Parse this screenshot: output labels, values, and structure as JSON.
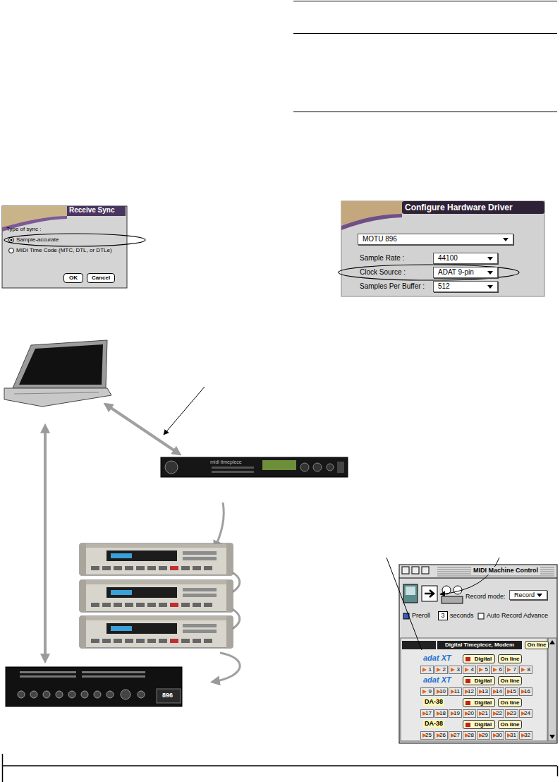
{
  "diagram": {
    "nodes": [
      {
        "text": [
          "Receive Sync",
          "Type of sync :",
          "Sample-accurate",
          "MIDI Time Code (MTC, DTL, or DTLe)"
        ]
      },
      {
        "text": [
          "OK"
        ],
        "in": 0
      },
      {
        "text": [
          "Cancel"
        ],
        "in": 0
      },
      {
        "text": [
          "Configure Hardware Driver",
          "Sample Rate :",
          "Clock Source :",
          "Samples Per Buffer :"
        ]
      },
      {
        "text": [
          "MOTU 896"
        ],
        "in": 3
      },
      {
        "text": [
          "44100"
        ],
        "in": 3
      },
      {
        "text": [
          "ADAT 9-pin"
        ],
        "in": 3
      },
      {
        "text": [
          "512"
        ],
        "in": 3
      },
      {
        "text": [
          "midi timepiece"
        ]
      },
      {
        "text": [
          "MIDI Machine Control",
          "Record mode:",
          "Preroll",
          "seconds",
          "Auto Record Advance"
        ]
      },
      {
        "text": [
          "Record"
        ],
        "in": 9
      },
      {
        "text": [
          "3"
        ],
        "in": 9
      },
      {
        "text": [
          "Digital Timepiece, Modem"
        ],
        "in": 9
      },
      {
        "text": [
          "On line"
        ],
        "in": 9
      },
      {
        "text": [
          "Digital"
        ],
        "in": 9
      },
      {
        "text": [
          "On line"
        ],
        "in": 9
      },
      {
        "text": [
          "Digital"
        ],
        "in": 9
      },
      {
        "text": [
          "On line"
        ],
        "in": 9
      },
      {
        "text": [
          "Digital"
        ],
        "in": 9
      },
      {
        "text": [
          "On line"
        ],
        "in": 9
      },
      {
        "text": [
          "Digital"
        ],
        "in": 9
      },
      {
        "text": [
          "On line"
        ],
        "in": 9
      },
      {
        "text": [
          "896"
        ]
      }
    ],
    "labels": [
      "adat XT",
      "1",
      "2",
      "3",
      "4",
      "5",
      "6",
      "7",
      "8",
      "adat XT",
      "9",
      "10",
      "11",
      "12",
      "13",
      "14",
      "15",
      "16",
      "DA-38",
      "17",
      "18",
      "19",
      "20",
      "21",
      "22",
      "23",
      "24",
      "DA-38",
      "25",
      "26",
      "27",
      "28",
      "29",
      "30",
      "31",
      "32"
    ]
  }
}
